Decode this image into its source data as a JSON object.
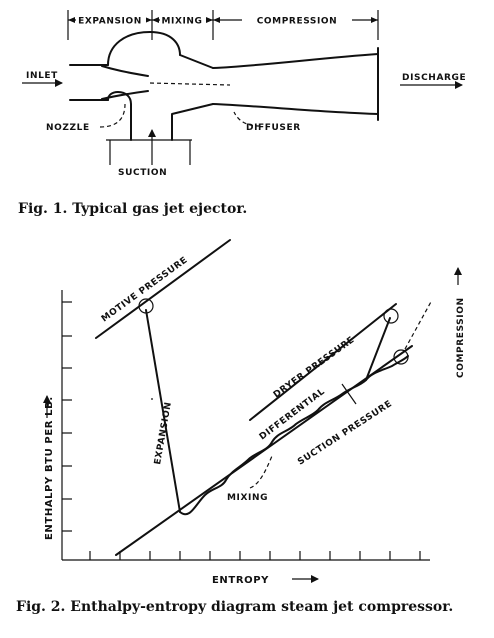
{
  "figure1": {
    "sections": {
      "expansion": "EXPANSION",
      "mixing": "MIXING",
      "compression": "COMPRESSION"
    },
    "labels": {
      "inlet": "INLET",
      "discharge": "DISCHARGE",
      "nozzle": "NOZZLE",
      "suction": "SUCTION",
      "diffuser": "DIFFUSER"
    },
    "caption": "Fig. 1. Typical gas jet ejector."
  },
  "figure2": {
    "labels": {
      "motive_pressure": "MOTIVE PRESSURE",
      "dryer_pressure": "DRYER PRESSURE",
      "differential": "DIFFERENTIAL",
      "suction_pressure": "SUCTION PRESSURE",
      "compression": "COMPRESSION",
      "expansion": "EXPANSION",
      "mixing": "MIXING",
      "x_axis": "ENTROPY",
      "y_axis": "ENTHALPY BTU PER LB."
    },
    "caption": "Fig. 2. Enthalpy-entropy diagram steam jet compressor."
  }
}
